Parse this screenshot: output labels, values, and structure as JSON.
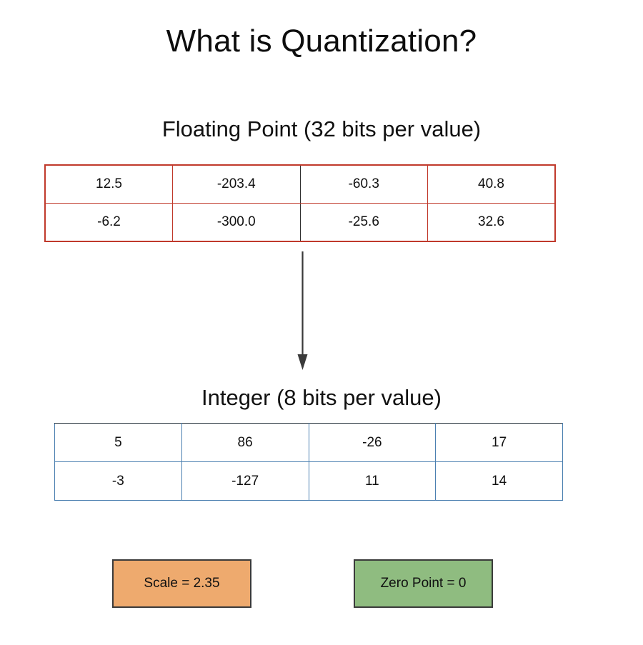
{
  "title": "What is Quantization?",
  "sections": {
    "floating_point": {
      "heading": "Floating Point (32 bits per value)",
      "border_color": "#c0392b",
      "rows": [
        [
          "12.5",
          "-203.4",
          "-60.3",
          "40.8"
        ],
        [
          "-6.2",
          "-300.0",
          "-25.6",
          "32.6"
        ]
      ]
    },
    "integer": {
      "heading": "Integer (8 bits per value)",
      "border_color": "#4a7fb0",
      "rows": [
        [
          "5",
          "86",
          "-26",
          "17"
        ],
        [
          "-3",
          "-127",
          "11",
          "14"
        ]
      ]
    }
  },
  "arrow": {
    "direction": "down",
    "color": "#3a3a3a"
  },
  "parameters": [
    {
      "label": "Scale = 2.35",
      "color": "#eeaa6e",
      "border": "#3a3a3a"
    },
    {
      "label": "Zero Point = 0",
      "color": "#8fbc80",
      "border": "#3a3a3a"
    }
  ]
}
